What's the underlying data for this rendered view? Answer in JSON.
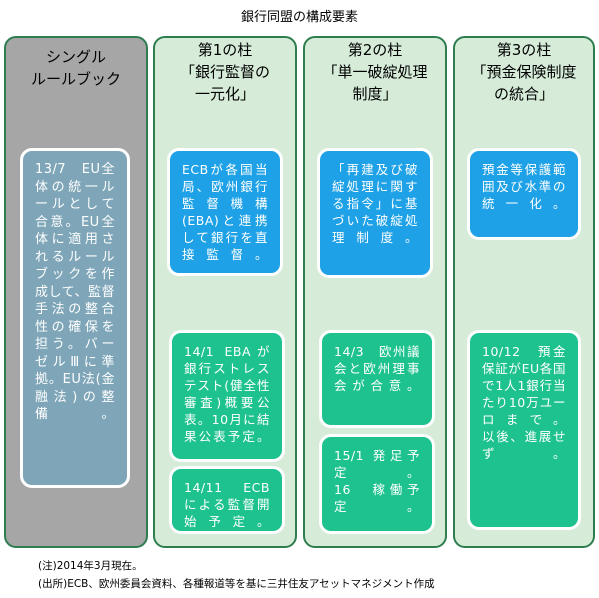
{
  "title": "銀行同盟の構成要素",
  "columns": [
    {
      "header": "シングル\nルールブック",
      "boxes": [
        {
          "text": "13/7　EU全体の統一ルールとして合意。EU全体に適用されるルールブックを作成して、監督手法の整合性の確保を担う。バーゼルⅢに準拠。EU法(金融法)の整備。"
        }
      ]
    },
    {
      "header": "第1の柱\n「銀行監督の\n一元化」",
      "boxes": [
        {
          "text": "ECBが各国当局、欧州銀行監督機構(EBA)と連携して銀行を直接監督。"
        },
        {
          "text": "14/1 EBAが銀行ストレステスト(健全性審査)概要公表。10月に結果公表予定。"
        },
        {
          "text": "14/11　ECBによる監督開始予定。"
        }
      ]
    },
    {
      "header": "第2の柱\n「単一破綻処理\n制度」",
      "boxes": [
        {
          "text": "「再建及び破綻処理に関する指令」に基づいた破綻処理制度。"
        },
        {
          "text": "14/3　欧州議会と欧州理事会が合意。"
        },
        {
          "text": "15/1 発足予定。\n16　稼働予定。"
        }
      ]
    },
    {
      "header": "第3の柱\n「預金保険制度\nの統合」",
      "boxes": [
        {
          "text": "預金等保護範囲及び水準の統一化。"
        },
        {
          "text": "10/12　預金保証がEU各国で1人1銀行当たり10万ユーロまで。\n以後、進展せず。"
        }
      ]
    }
  ],
  "notes": [
    "(注)2014年3月現在。",
    "(出所)ECB、欧州委員会資料、各種報道等を基に三井住友アセットマネジメント作成"
  ]
}
